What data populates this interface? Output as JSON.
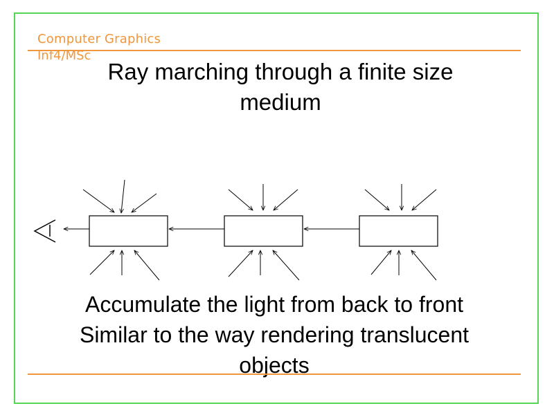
{
  "header": {
    "course_title": "Computer Graphics",
    "course_subtitle": "Inf4/MSc"
  },
  "slide": {
    "title_lines": [
      "Ray marching through a finite size",
      "medium"
    ],
    "body_lines": [
      "Accumulate the light from back to front",
      "Similar to the way rendering translucent",
      "objects"
    ]
  },
  "diagram": {
    "cell_count": 3,
    "colors": {
      "frame": "#55d655",
      "rule": "#f0963c",
      "ink": "#000000"
    }
  }
}
